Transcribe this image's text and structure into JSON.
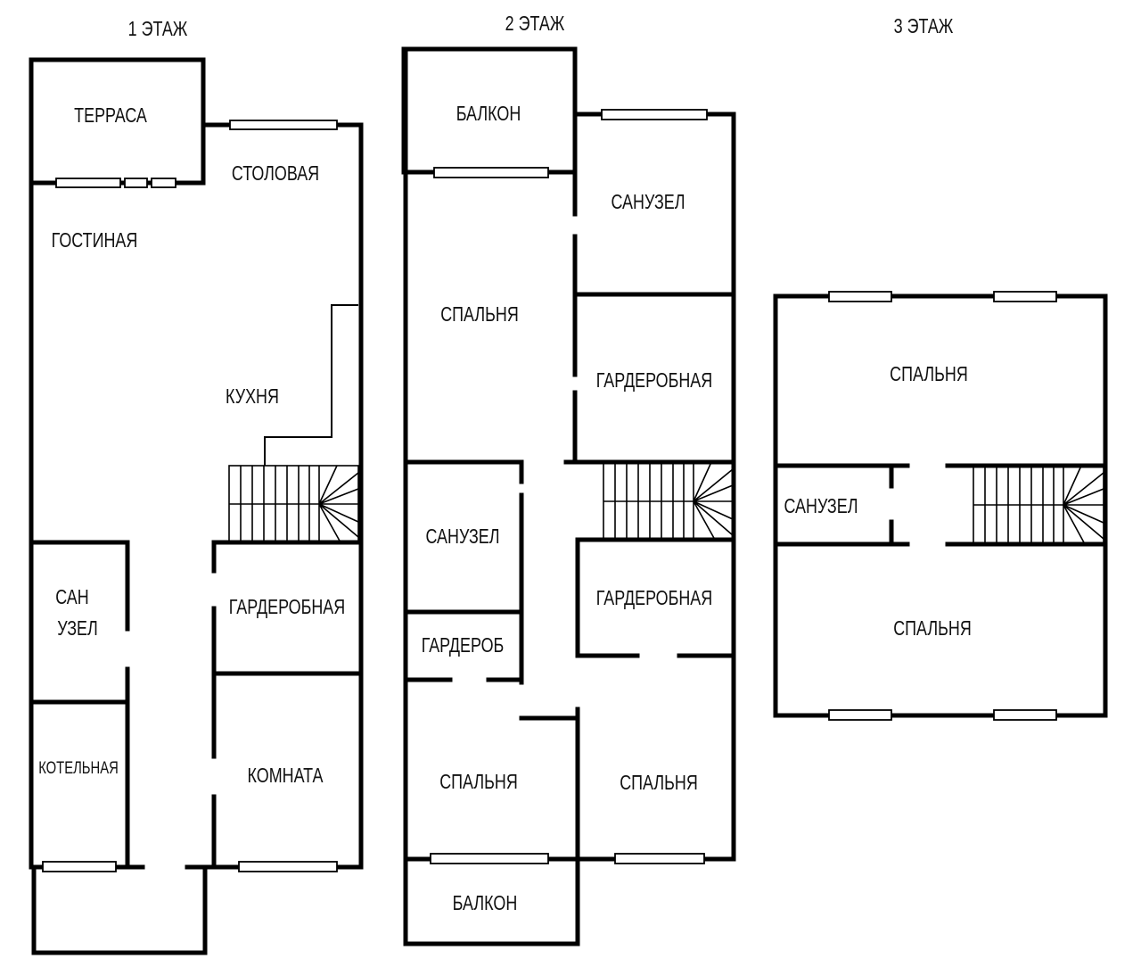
{
  "floors": [
    {
      "title": "1 ЭТАЖ",
      "rooms": [
        "ТЕРРАСА",
        "СТОЛОВАЯ",
        "ГОСТИНАЯ",
        "КУХНЯ",
        "САН",
        "УЗЕЛ",
        "ГАРДЕРОБНАЯ",
        "КОТЕЛЬНАЯ",
        "КОМНАТА"
      ]
    },
    {
      "title": "2 ЭТАЖ",
      "rooms": [
        "БАЛКОН",
        "САНУЗЕЛ",
        "СПАЛЬНЯ",
        "ГАРДЕРОБНАЯ",
        "САНУЗЕЛ",
        "ГАРДЕРОБНАЯ",
        "ГАРДЕРОБ",
        "СПАЛЬНЯ",
        "СПАЛЬНЯ",
        "БАЛКОН"
      ]
    },
    {
      "title": "3 ЭТАЖ",
      "rooms": [
        "СПАЛЬНЯ",
        "САНУЗЕЛ",
        "СПАЛЬНЯ"
      ]
    }
  ]
}
